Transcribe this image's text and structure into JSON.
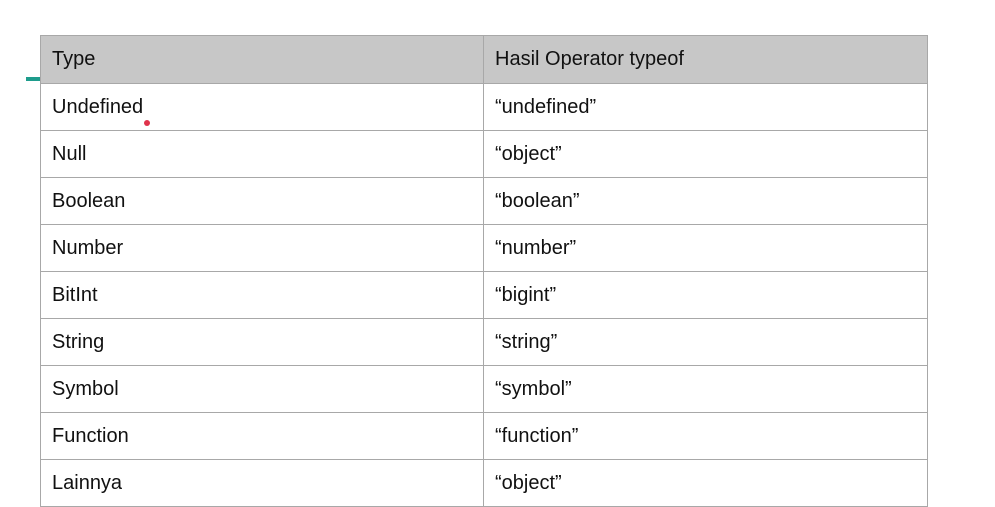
{
  "table": {
    "headers": [
      "Type",
      "Hasil Operator typeof"
    ],
    "rows": [
      [
        "Undefined",
        "“undefined”"
      ],
      [
        "Null",
        "“object”"
      ],
      [
        "Boolean",
        "“boolean”"
      ],
      [
        "Number",
        "“number”"
      ],
      [
        "BitInt",
        "“bigint”"
      ],
      [
        "String",
        "“string”"
      ],
      [
        "Symbol",
        "“symbol”"
      ],
      [
        "Function",
        "“function”"
      ],
      [
        "Lainnya",
        "“object”"
      ]
    ]
  },
  "colors": {
    "header_background": "#c7c7c7",
    "border": "#a8a8a8",
    "side_marker": "#1e9c8c",
    "spellcheck_dot": "#e0334b"
  }
}
